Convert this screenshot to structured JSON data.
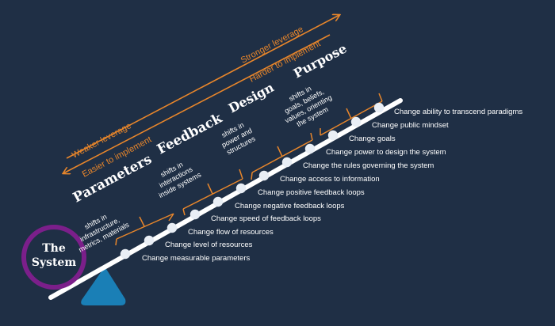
{
  "colors": {
    "background": "#1f2f45",
    "accent": "#e8862b",
    "beam": "#ffffff",
    "system_ring": "#7b1f8a",
    "fulcrum": "#1a7fb6"
  },
  "arrows": {
    "weaker_leverage": "Weaker leverage",
    "easier_to_implement": "Easier to implement",
    "stronger_leverage": "Stronger leverage",
    "harder_to_implement": "Harder to implement"
  },
  "system": {
    "line1": "The",
    "line2": "System"
  },
  "categories": [
    {
      "title": "Parameters",
      "subtitle_lines": [
        "shifts in",
        "infrastructure,",
        "metrics, materials"
      ]
    },
    {
      "title": "Feedback",
      "subtitle_lines": [
        "shifts in",
        "interactions",
        "inside systems"
      ]
    },
    {
      "title": "Design",
      "subtitle_lines": [
        "shifts in",
        "power and",
        "structures"
      ]
    },
    {
      "title": "Purpose",
      "subtitle_lines": [
        "shifts in",
        "goals, beliefs,",
        "values, orienting",
        "the system"
      ]
    }
  ],
  "leverage_points": [
    "Change measurable parameters",
    "Change level of resources",
    "Change flow of resources",
    "Change speed of feedback loops",
    "Change negative feedback loops",
    "Change positive feedback loops",
    "Change access to information",
    "Change the rules governing the system",
    "Change power to design the system",
    "Change goals",
    "Change public mindset",
    "Change ability to transcend paradigms"
  ]
}
